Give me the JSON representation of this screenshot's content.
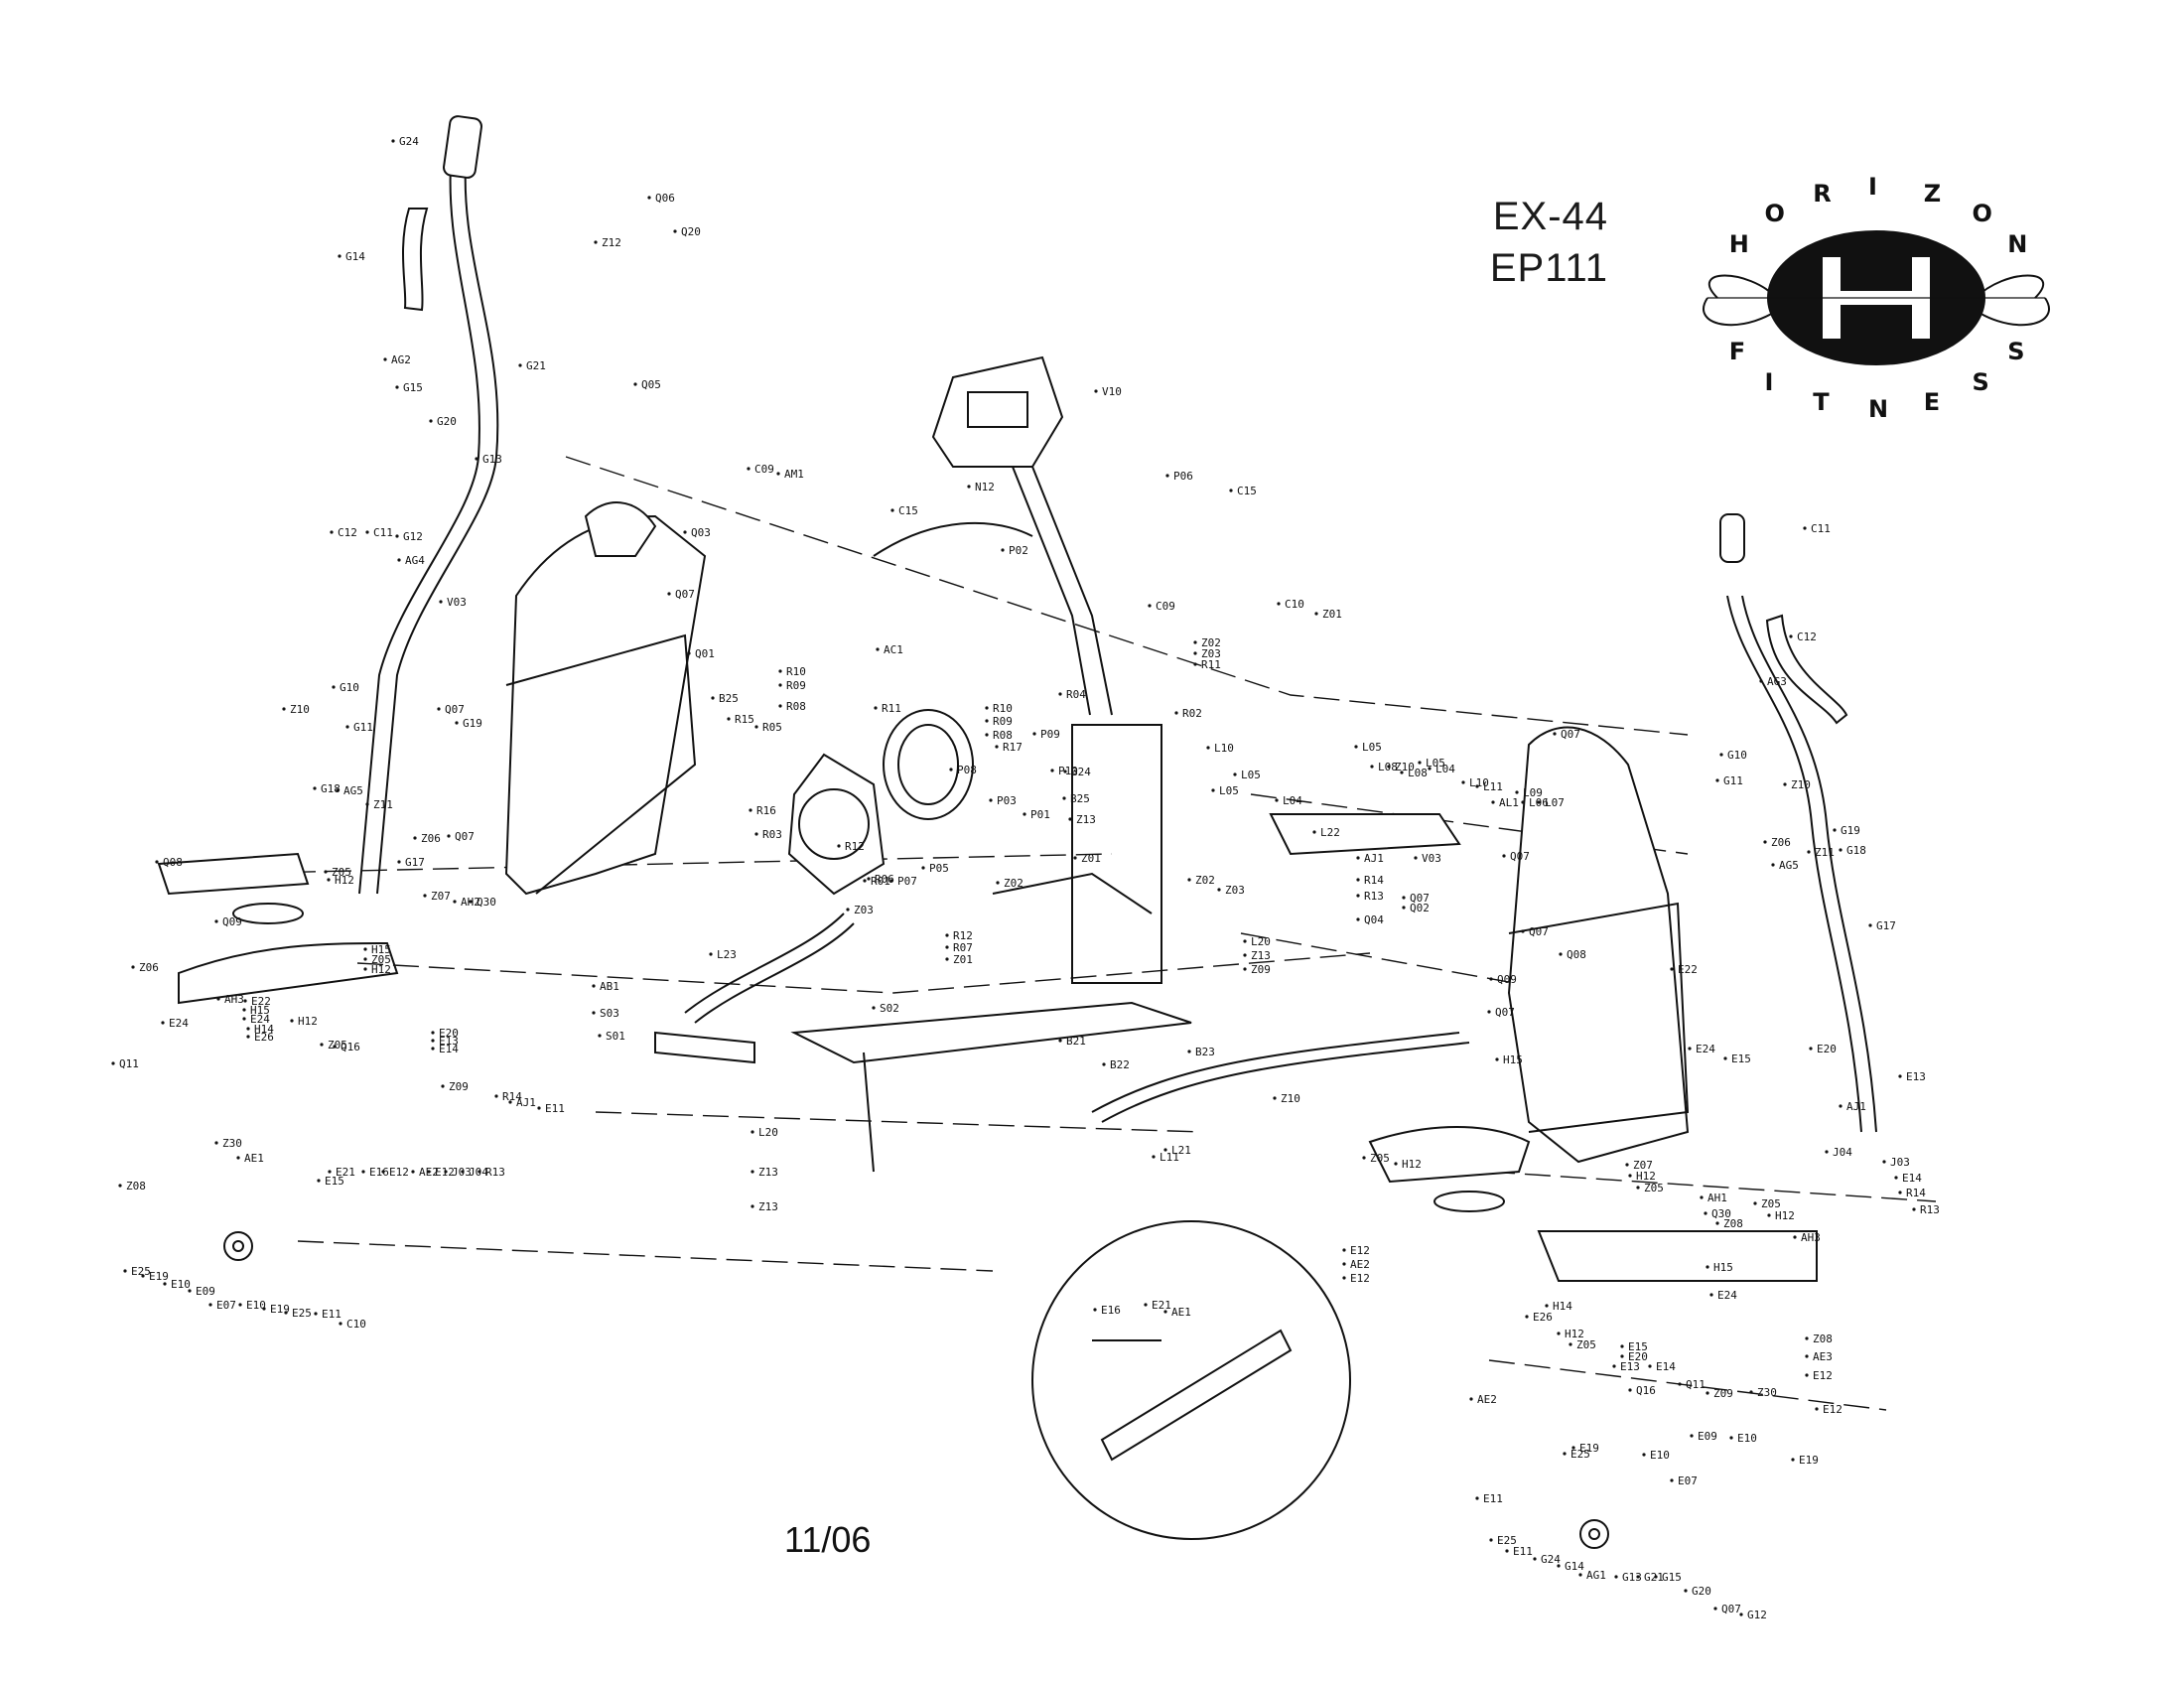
{
  "header": {
    "models": [
      "EX-44",
      "EP111"
    ]
  },
  "logo": {
    "top_text": "HORIZON",
    "bottom_text": "FITNESS",
    "monogram": "H"
  },
  "footer": {
    "date_code": "11/06"
  },
  "callouts": [
    "G24",
    "G14",
    "AG2",
    "G15",
    "G13",
    "G21",
    "G20",
    "C12",
    "C11",
    "G12",
    "AG4",
    "Q06",
    "Q20",
    "Z12",
    "Q05",
    "Q03",
    "Q07",
    "V03",
    "Q01",
    "G10",
    "Z10",
    "Q07",
    "G11",
    "G19",
    "AG5",
    "Z11",
    "G18",
    "G17",
    "Z06",
    "Q07",
    "Q08",
    "Z05",
    "H12",
    "Q09",
    "Z07",
    "AH2",
    "Q30",
    "Z06",
    "E24",
    "H15",
    "Z05",
    "H12",
    "AH3",
    "E22",
    "H15",
    "E24",
    "H14",
    "E26",
    "H12",
    "Z05",
    "Q16",
    "Q11",
    "Z08",
    "Z30",
    "AE1",
    "E15",
    "E20",
    "E13",
    "E14",
    "Z09",
    "E21",
    "E16",
    "E12",
    "AE2",
    "E12",
    "J03",
    "J04",
    "R13",
    "R14",
    "AJ1",
    "E11",
    "E25",
    "E19",
    "E10",
    "E09",
    "E07",
    "E10",
    "E19",
    "E25",
    "E11",
    "C10",
    "C09",
    "AM1",
    "V10",
    "N12",
    "P06",
    "C15",
    "C15",
    "P02",
    "AC1",
    "C09",
    "C10",
    "Z01",
    "Z02",
    "Z03",
    "R11",
    "R10",
    "R09",
    "R08",
    "B25",
    "R15",
    "R05",
    "R11",
    "R10",
    "R09",
    "R08",
    "R17",
    "P08",
    "P09",
    "P10",
    "B24",
    "R04",
    "R02",
    "R16",
    "R03",
    "R12",
    "R01",
    "R06",
    "P07",
    "P05",
    "P03",
    "P01",
    "B25",
    "Z13",
    "Z01",
    "Z02",
    "Z03",
    "R12",
    "R07",
    "Z01",
    "Z02",
    "Z03",
    "L20",
    "Z13",
    "Z09",
    "L23",
    "AB1",
    "S03",
    "S01",
    "S02",
    "B21",
    "B22",
    "B23",
    "L20",
    "Z13",
    "Z13",
    "Z10",
    "L21",
    "L11",
    "L10",
    "L05",
    "L04",
    "L05",
    "L08",
    "Z10",
    "L08",
    "L05",
    "L04",
    "L05",
    "L10",
    "L11",
    "AL1",
    "L09",
    "L06",
    "L07",
    "L22",
    "AJ1",
    "R14",
    "R13",
    "Q04",
    "Q07",
    "V03",
    "Q07",
    "Q02",
    "Q07",
    "Q07",
    "Q07",
    "Q08",
    "Q09",
    "E22",
    "E24",
    "H15",
    "Z05",
    "H12",
    "Z07",
    "H12",
    "Z05",
    "AH1",
    "Q30",
    "Z08",
    "Z05",
    "H12",
    "AH3",
    "H15",
    "E24",
    "H14",
    "E26",
    "H12",
    "Z05",
    "E15",
    "E20",
    "E13",
    "E14",
    "Q16",
    "Q11",
    "Z09",
    "Z30",
    "Z08",
    "AE3",
    "E12",
    "E12",
    "AE2",
    "E11",
    "E25",
    "E19",
    "E10",
    "E09",
    "E07",
    "E10",
    "E19",
    "E25",
    "E11",
    "G24",
    "G14",
    "AG1",
    "G13",
    "G21",
    "G15",
    "G20",
    "Q07",
    "G12",
    "C11",
    "C12",
    "AG3",
    "G10",
    "G11",
    "Z10",
    "G19",
    "Z06",
    "AG5",
    "Z11",
    "G18",
    "G17",
    "E15",
    "E20",
    "E13",
    "AJ1",
    "J04",
    "J03",
    "E14",
    "R14",
    "R13",
    "E12",
    "AE2",
    "E12",
    "E16",
    "E21",
    "AE1"
  ]
}
